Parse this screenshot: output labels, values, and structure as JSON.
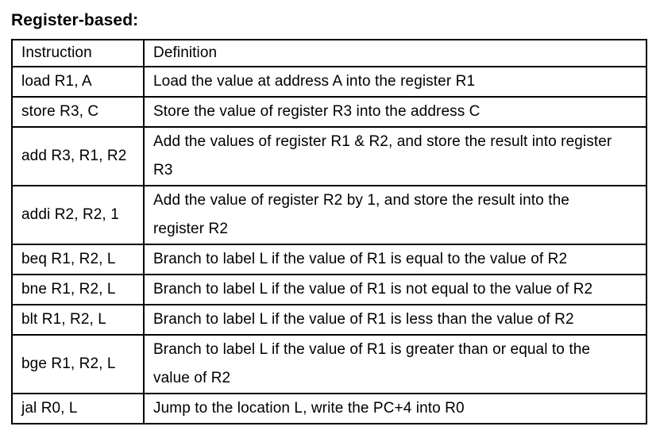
{
  "page": {
    "title": "Register-based:"
  },
  "colors": {
    "background": "#ffffff",
    "text": "#000000",
    "border": "#000000"
  },
  "table": {
    "headers": [
      "Instruction",
      "Definition"
    ],
    "rows": [
      {
        "instruction": "load R1, A",
        "definition": "Load the value at address A into the register R1"
      },
      {
        "instruction": "store R3, C",
        "definition": "Store the value of register R3 into the address C"
      },
      {
        "instruction": "add R3, R1, R2",
        "definition": [
          "Add the values of register R1 & R2, and store the result into register",
          "R3"
        ]
      },
      {
        "instruction": "addi R2, R2, 1",
        "definition": [
          "Add the value of register R2 by 1, and store the result into the",
          "register R2"
        ]
      },
      {
        "instruction": "beq R1, R2, L",
        "definition": "Branch to label L if the value of R1 is equal to the value of R2"
      },
      {
        "instruction": "bne R1, R2, L",
        "definition": "Branch to label L if the value of R1 is not equal to the value of R2"
      },
      {
        "instruction": "blt R1, R2, L",
        "definition": "Branch to label L if the value of R1 is less than the value of R2"
      },
      {
        "instruction": "bge R1, R2, L",
        "definition": [
          "Branch to label L if the value of R1 is greater than or equal to the",
          "value of R2"
        ]
      },
      {
        "instruction": "jal R0, L",
        "definition": "Jump to the location L, write the PC+4 into R0"
      }
    ]
  }
}
